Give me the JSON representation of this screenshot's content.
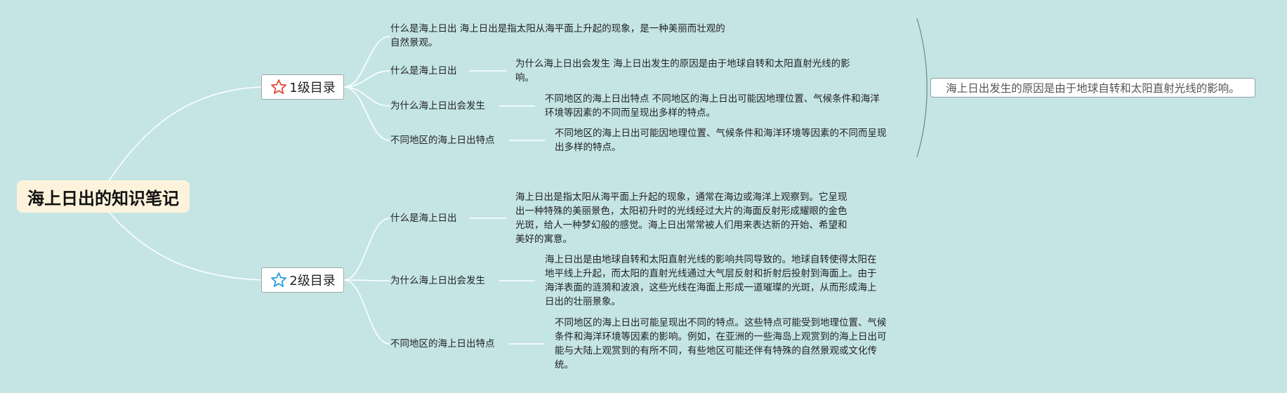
{
  "root": {
    "title": "海上日出的知识笔记"
  },
  "level1": {
    "label": "1级目录",
    "icon": "star-outline-red-icon",
    "color": "#e04a3a",
    "items": [
      {
        "text": "什么是海上日出 海上日出是指太阳从海平面上升起的现象，是一种美丽而壮观的\n自然景观。"
      },
      {
        "text": "什么是海上日出",
        "desc": "为什么海上日出会发生 海上日出发生的原因是由于地球自转和太阳直射光线的影\n响。"
      },
      {
        "text": "为什么海上日出会发生",
        "desc": "不同地区的海上日出特点 不同地区的海上日出可能因地理位置、气候条件和海洋\n环境等因素的不同而呈现出多样的特点。"
      },
      {
        "text": "不同地区的海上日出特点",
        "desc": "不同地区的海上日出可能因地理位置、气候条件和海洋环境等因素的不同而呈现\n出多样的特点。"
      }
    ],
    "summary": "海上日出发生的原因是由于地球自转和太阳直射光线的影响。"
  },
  "level2": {
    "label": "2级目录",
    "icon": "star-outline-blue-icon",
    "color": "#2a9fd8",
    "items": [
      {
        "text": "什么是海上日出",
        "desc": "海上日出是指太阳从海平面上升起的现象，通常在海边或海洋上观察到。它呈现\n出一种特殊的美丽景色，太阳初升时的光线经过大片的海面反射形成耀眼的金色\n光斑，给人一种梦幻般的感觉。海上日出常常被人们用来表达新的开始、希望和\n美好的寓意。"
      },
      {
        "text": "为什么海上日出会发生",
        "desc": "海上日出是由地球自转和太阳直射光线的影响共同导致的。地球自转使得太阳在\n地平线上升起，而太阳的直射光线通过大气层反射和折射后投射到海面上。由于\n海洋表面的涟漪和波浪，这些光线在海面上形成一道璀璨的光斑，从而形成海上\n日出的壮丽景象。"
      },
      {
        "text": "不同地区的海上日出特点",
        "desc": "不同地区的海上日出可能呈现出不同的特点。这些特点可能受到地理位置、气候\n条件和海洋环境等因素的影响。例如，在亚洲的一些海岛上观赏到的海上日出可\n能与大陆上观赏到的有所不同，有些地区可能还伴有特殊的自然景观或文化传\n统。"
      }
    ]
  }
}
